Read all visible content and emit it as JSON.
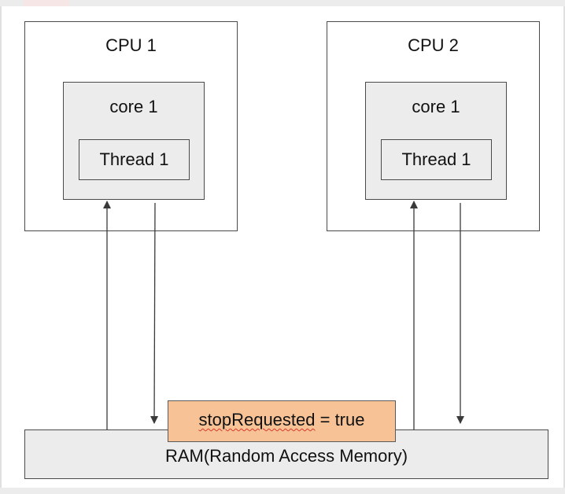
{
  "diagram": {
    "cpus": [
      {
        "name": "CPU 1",
        "core": "core 1",
        "thread": "Thread 1"
      },
      {
        "name": "CPU 2",
        "core": "core 1",
        "thread": "Thread 1"
      }
    ],
    "ram_label": "RAM(Random Access Memory)",
    "variable": {
      "text_squiggled": "stopRequested",
      "text_rest": " = true",
      "fill_color": "#f7c396"
    },
    "colors": {
      "box_fill": "#ececec",
      "border": "#4a4a4a",
      "spellcheck_underline": "#d9372b"
    }
  }
}
